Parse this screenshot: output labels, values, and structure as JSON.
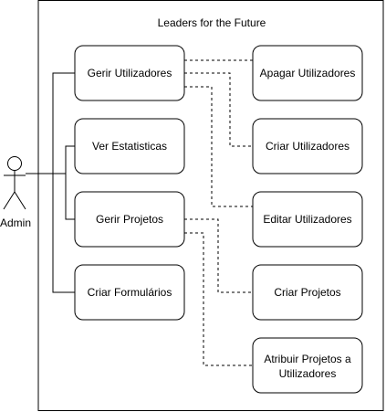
{
  "system": {
    "title": "Leaders for the Future"
  },
  "actor": {
    "label": "Admin"
  },
  "use_cases": {
    "gerir_utilizadores": "Gerir Utilizadores",
    "ver_estatisticas": "Ver Estatisticas",
    "gerir_projetos": "Gerir Projetos",
    "criar_formularios": "Criar Formulários",
    "apagar_utilizadores": "Apagar Utilizadores",
    "criar_utilizadores": "Criar Utilizadores",
    "editar_utilizadores": "Editar Utilizadores",
    "criar_projetos": "Criar Projetos",
    "atribuir_projetos_line1": "Atribuir Projetos a",
    "atribuir_projetos_line2": "Utilizadores"
  }
}
